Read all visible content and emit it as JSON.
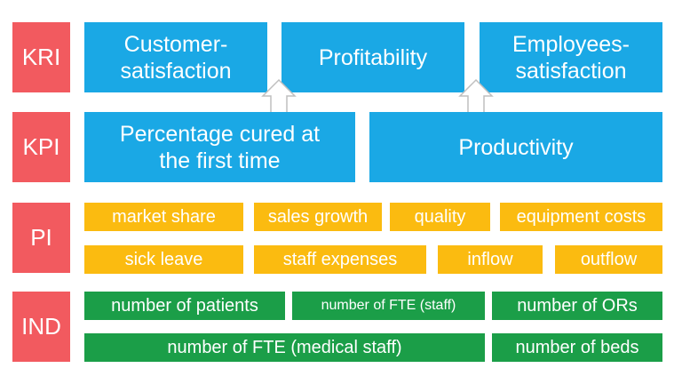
{
  "levels": {
    "kri": "KRI",
    "kpi": "KPI",
    "pi": "PI",
    "ind": "IND"
  },
  "kri": [
    "Customer-\nsatisfaction",
    "Profitability",
    "Employees-\nsatisfaction"
  ],
  "kpi": [
    "Percentage cured at\nthe first time",
    "Productivity"
  ],
  "pi": {
    "row1": [
      "market share",
      "sales growth",
      "quality",
      "equipment costs"
    ],
    "row2": [
      "sick leave",
      "staff expenses",
      "inflow",
      "outflow"
    ]
  },
  "ind": {
    "row1": [
      "number of patients",
      "number of FTE (staff)",
      "number of ORs"
    ],
    "row2": [
      "number of FTE (medical staff)",
      "number of beds"
    ]
  },
  "colors": {
    "level": "#f25a5f",
    "kri_kpi": "#1aa8e5",
    "pi": "#fbbb10",
    "ind": "#1b9e48"
  }
}
